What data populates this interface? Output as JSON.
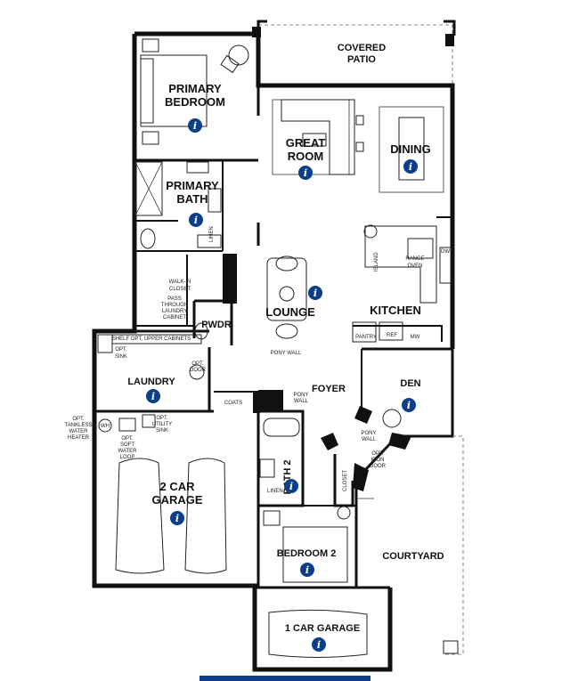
{
  "accent_color": "#0b3f8a",
  "info_icon": "info-icon",
  "info_glyph": "i",
  "rooms": {
    "covered_patio": [
      "COVERED",
      "PATIO"
    ],
    "primary_bedroom": [
      "PRIMARY",
      "BEDROOM"
    ],
    "great_room": [
      "GREAT",
      "ROOM"
    ],
    "dining": "DINING",
    "primary_bath": [
      "PRIMARY",
      "BATH"
    ],
    "lounge": "LOUNGE",
    "kitchen": "KITCHEN",
    "pwdr": "PWDR",
    "laundry": "LAUNDRY",
    "foyer": "FOYER",
    "den": "DEN",
    "two_car_garage": [
      "2 CAR",
      "GARAGE"
    ],
    "bath_2": "BATH 2",
    "bedroom_2": "BEDROOM 2",
    "courtyard": "COURTYARD",
    "one_car_garage": "1 CAR GARAGE"
  },
  "notes": {
    "walk_in_closet": [
      "WALK-IN",
      "CLOSET"
    ],
    "pass_through": [
      "PASS",
      "THROUGH",
      "LAUNDRY",
      "CABINET"
    ],
    "linen_primary": "LINEN",
    "island": "ISLAND",
    "range_oven": [
      "RANGE",
      "OVEN"
    ],
    "dw": "DW",
    "pantry": "PANTRY",
    "ref": "REF",
    "mw": "MW",
    "shelf_upper": "SHELF OPT. UPPER CABINETS",
    "opt_sink": [
      "OPT.",
      "SINK"
    ],
    "opt_door": [
      "OPT.",
      "DOOR"
    ],
    "pony_wall_lounge": "PONY WALL",
    "pony_wall_foyer": [
      "PONY",
      "WALL"
    ],
    "pony_wall_den": [
      "PONY",
      "WALL"
    ],
    "coats": "COATS",
    "opt_tankless": [
      "OPT.",
      "TANKLESS",
      "WATER",
      "HEATER"
    ],
    "wh": "WH",
    "opt_soft_water": [
      "OPT.",
      "SOFT",
      "WATER",
      "LOOP"
    ],
    "opt_utility_sink": [
      "OPT.",
      "UTILITY",
      "SINK"
    ],
    "opt_iron_door": [
      "OPT.",
      "IRON",
      "DOOR"
    ],
    "closet": "CLOSET",
    "linen_bath2": "LINEN"
  }
}
